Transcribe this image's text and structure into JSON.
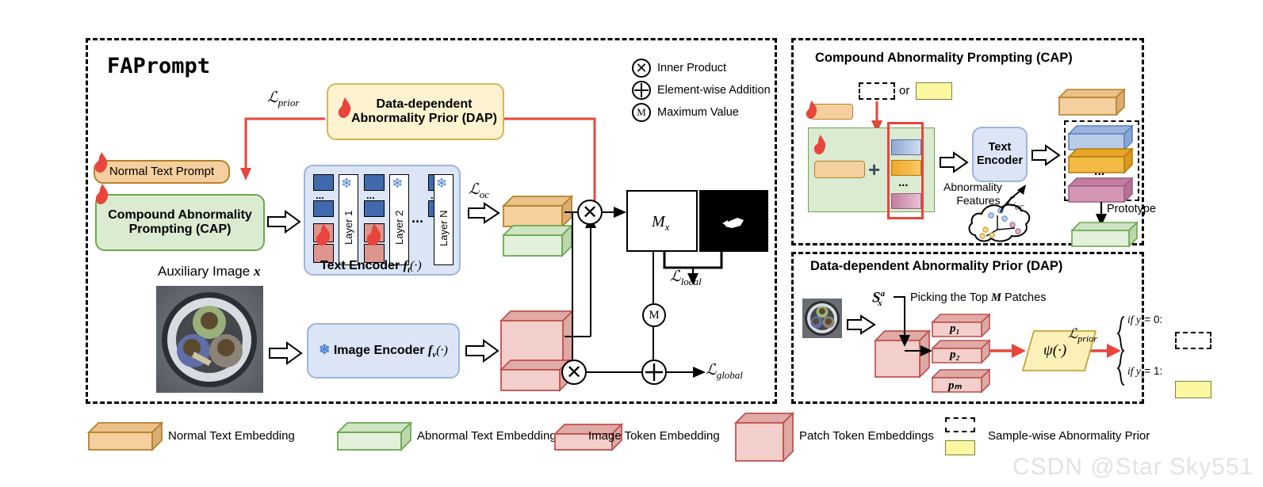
{
  "figure": {
    "watermark": "CSDN @Star Sky551"
  },
  "main_panel": {
    "title": "FAPrompt",
    "normal_text_prompt": "Normal Text Prompt",
    "cap_box_line1": "Compound Abnormality",
    "cap_box_line2": "Prompting (CAP)",
    "dap_box_line1": "Data-dependent",
    "dap_box_line2": "Abnormality Prior (DAP)",
    "auxiliary_image_label": "Auxiliary Image",
    "auxiliary_image_var": "x",
    "text_encoder_label": "Text Encoder",
    "text_encoder_fn": "f",
    "text_encoder_sub": "t",
    "text_encoder_arg": "(·)",
    "image_encoder_label": "Image Encoder",
    "image_encoder_fn": "f",
    "image_encoder_sub": "v",
    "image_encoder_arg": "(·)",
    "layers": [
      "Layer 1",
      "Layer 2",
      "Layer N"
    ],
    "layer_ellipsis": "...",
    "map_label": "M",
    "map_sub": "x",
    "loss_prior": "ℒ",
    "loss_prior_sub": "prior",
    "loss_oc": "ℒ",
    "loss_oc_sub": "oc",
    "loss_local": "ℒ",
    "loss_local_sub": "local",
    "loss_global": "ℒ",
    "loss_global_sub": "global"
  },
  "operations_legend": [
    {
      "symbol": "⊗",
      "name": "inner-product",
      "label": "Inner Product"
    },
    {
      "symbol": "⊕",
      "name": "element-wise-addition",
      "label": "Element-wise Addition"
    },
    {
      "symbol": "M",
      "name": "maximum-value",
      "label": "Maximum Value"
    }
  ],
  "cap_panel": {
    "title": "Compound Abnormality Prompting (CAP)",
    "or_label": "or",
    "plus_symbol": "+",
    "text_encoder_line1": "Text",
    "text_encoder_line2": "Encoder",
    "abnormality_features_line1": "Abnormality",
    "abnormality_features_line2": "Features",
    "loss_oc": "ℒ",
    "loss_oc_sub": "oc",
    "prototype_label": "Prototype",
    "ellipsis": "...",
    "prompt_colors": [
      "#a9c2e8",
      "#f0a726",
      "#d18aac"
    ]
  },
  "dap_panel": {
    "title": "Data-dependent Abnormality Prior (DAP)",
    "score_symbol": "S",
    "score_sup": "a",
    "score_sub": "x",
    "picking_label_pre": "Picking the Top",
    "picking_label_var": "M",
    "picking_label_post": "Patches",
    "patches": [
      "p₁",
      "p₂",
      "pₘ"
    ],
    "patch_ellipsis": "...",
    "psi_symbol": "ψ(·)",
    "loss_prior": "ℒ",
    "loss_prior_sub": "prior",
    "cond_zero": "if y",
    "cond_zero_sub": "x",
    "cond_zero_val": "= 0:",
    "cond_one": "if y",
    "cond_one_sub": "x",
    "cond_one_val": "= 1:"
  },
  "bottom_legend": [
    {
      "name": "normal-text-embedding",
      "label": "Normal Text Embedding",
      "shape": "box3d",
      "color": "#f5cf9d",
      "border": "#b4812c"
    },
    {
      "name": "abnormal-text-embedding",
      "label": "Abnormal Text Embedding",
      "shape": "box3d",
      "color": "#dbebd2",
      "border": "#6aa84f"
    },
    {
      "name": "image-token-embedding",
      "label": "Image Token Embedding",
      "shape": "box3d",
      "color": "#f2cfcb",
      "border": "#c0504d"
    },
    {
      "name": "patch-token-embeddings",
      "label": "Patch Token Embeddings",
      "shape": "cube3d",
      "color": "#f2cfcb",
      "border": "#c0504d"
    },
    {
      "name": "sample-wise-abnormality-prior",
      "label": "Sample-wise Abnormality Prior",
      "shape": "dashed-and-yellow",
      "color": "#fbf7a0",
      "border": "#7f7f3f"
    }
  ],
  "colors": {
    "red_arrow": "#e8453c",
    "orange_fill": "#f5cf9d",
    "orange_border": "#b4812c",
    "green_fill": "#dbebd2",
    "green_border": "#6aa84f",
    "yellow_fill": "#fdf3d0",
    "yellow_border": "#d6b656",
    "blue_fill": "#dbe5f6",
    "blue_border": "#7491c4",
    "red_fill": "#f2cfcb",
    "red_border": "#c0504d",
    "dark_blue": "#4169ad",
    "highlight_yellow": "#fbf7a0"
  }
}
